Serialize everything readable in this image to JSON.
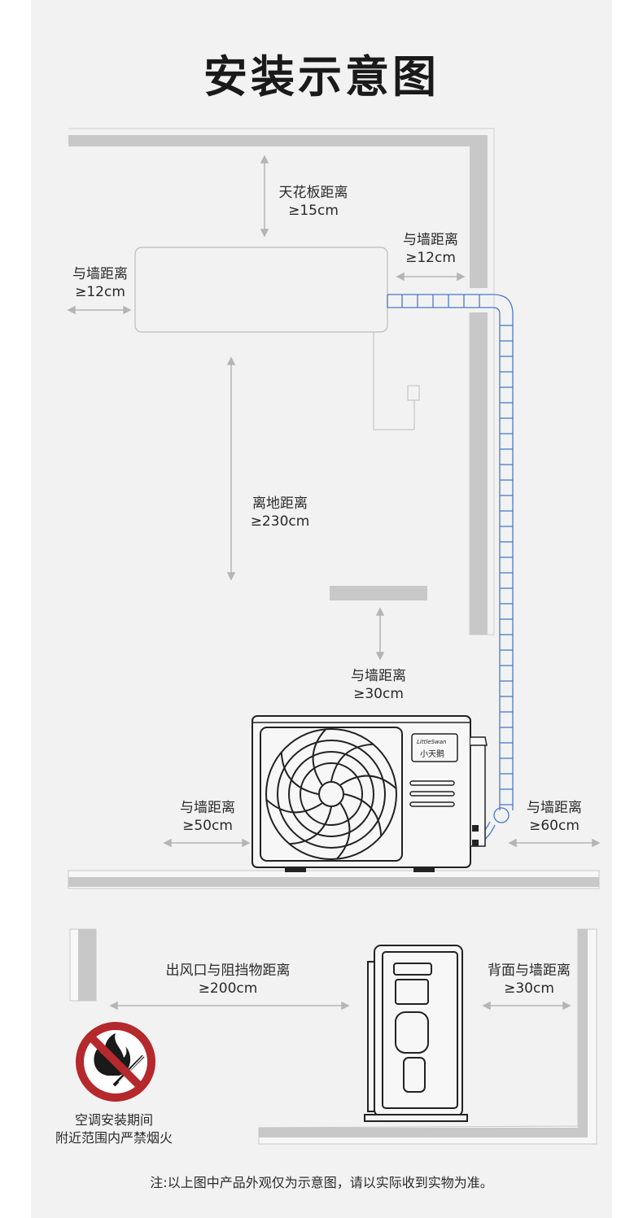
{
  "title": "安装示意图",
  "labels": {
    "ceiling": {
      "name": "天花板距离",
      "value": "≥15cm"
    },
    "indoor_left_wall": {
      "name": "与墙距离",
      "value": "≥12cm"
    },
    "indoor_right_wall": {
      "name": "与墙距离",
      "value": "≥12cm"
    },
    "floor": {
      "name": "离地距离",
      "value": "≥230cm"
    },
    "outdoor_top_wall": {
      "name": "与墙距离",
      "value": "≥30cm"
    },
    "outdoor_left_wall": {
      "name": "与墙距离",
      "value": "≥50cm"
    },
    "outdoor_right_wall": {
      "name": "与墙距离",
      "value": "≥60cm"
    },
    "outlet_obstacle": {
      "name": "出风口与阻挡物距离",
      "value": "≥200cm"
    },
    "back_wall": {
      "name": "背面与墙距离",
      "value": "≥30cm"
    }
  },
  "brand": {
    "latin": "LittleSwan",
    "chinese": "小天鹅"
  },
  "fire_warning": {
    "line1": "空调安装期间",
    "line2": "附近范围内严禁烟火"
  },
  "note": "注:以上图中产品外观仅为示意图，请以实际收到实物为准。",
  "colors": {
    "pipe": "#4a78c8",
    "wall": "#c8c8c8",
    "warning": "#b5282c"
  }
}
